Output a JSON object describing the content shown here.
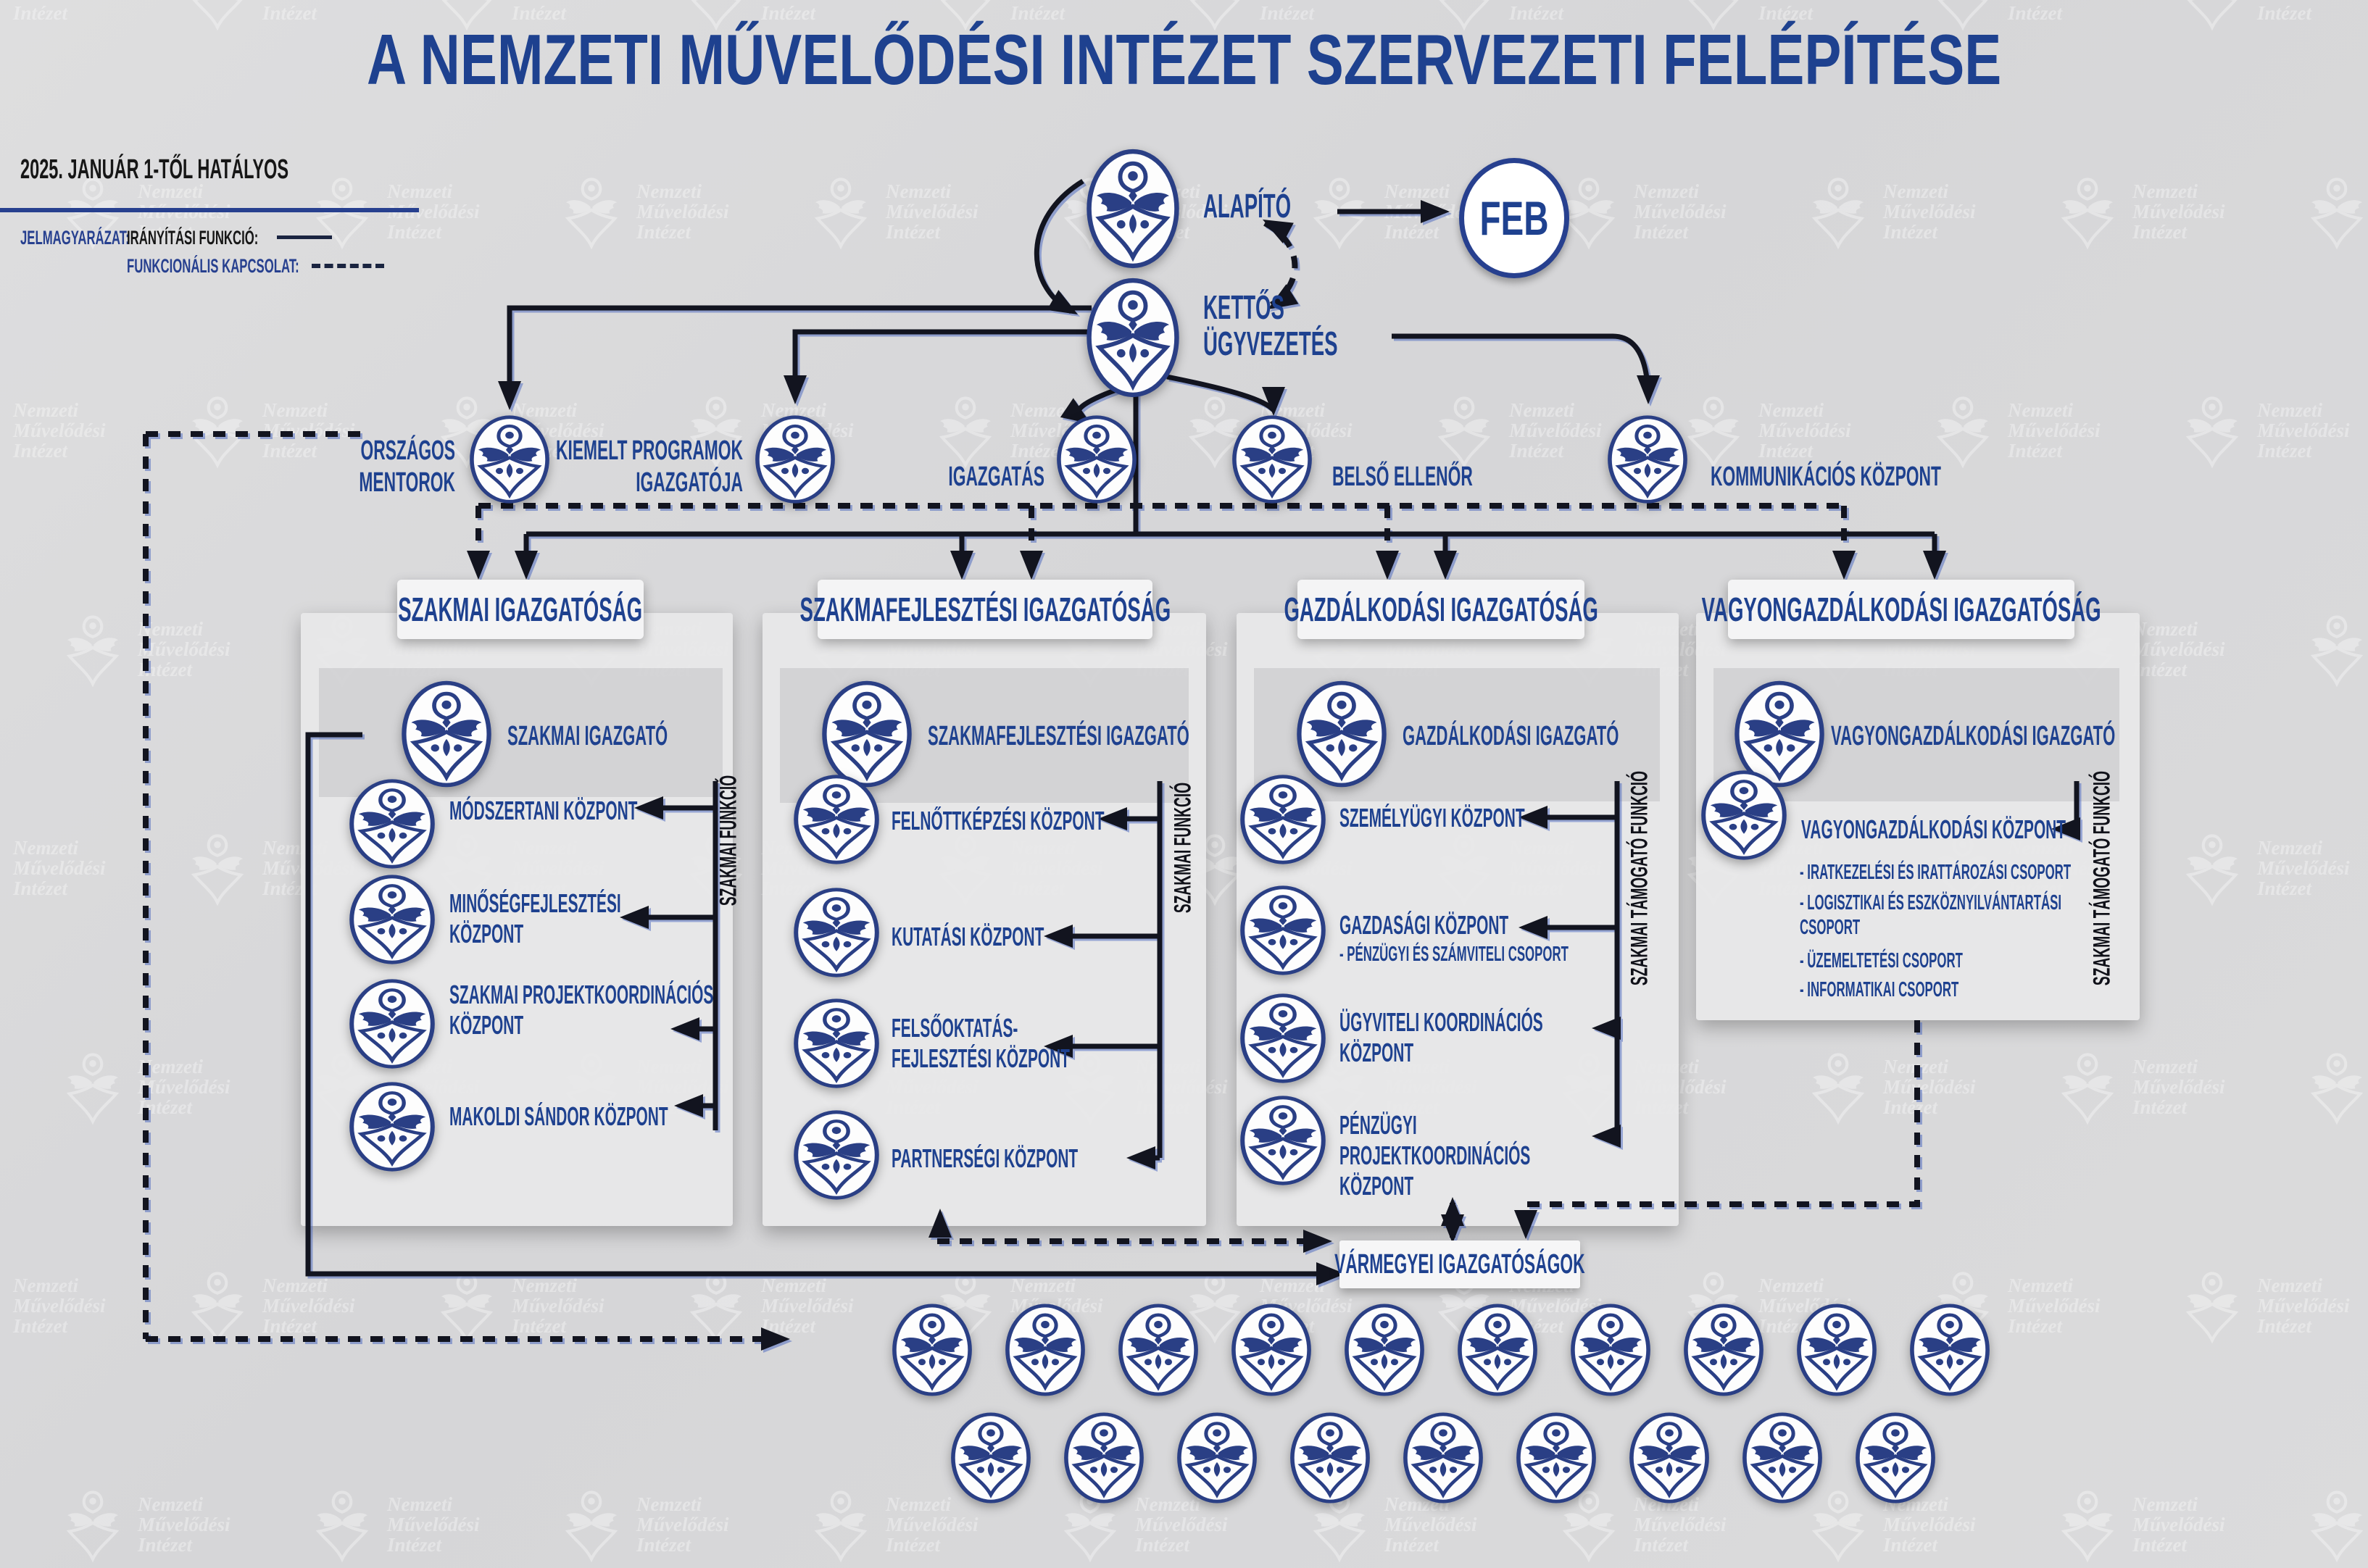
{
  "title": "A NEMZETI MŰVELŐDÉSI INTÉZET SZERVEZETI FELÉPÍTÉSE",
  "effective_date": "2025. JANUÁR 1-TŐL HATÁLYOS",
  "legend": {
    "heading": "JELMAGYARÁZAT:",
    "items": [
      {
        "label": "IRÁNYÍTÁSI FUNKCIÓ:",
        "style": "solid"
      },
      {
        "label": "FUNKCIONÁLIS KAPCSOLAT:",
        "style": "dashed"
      }
    ]
  },
  "top": {
    "founder": "ALAPÍTÓ",
    "feb": "FEB",
    "dual_management": "KETTŐS ÜGYVEZETÉS"
  },
  "level2": [
    "ORSZÁGOS MENTOROK",
    "KIEMELT PROGRAMOK IGAZGATÓJA",
    "IGAZGATÁS",
    "BELSŐ ELLENŐR",
    "KOMMUNIKÁCIÓS KÖZPONT"
  ],
  "directorates": [
    {
      "name": "SZAKMAI IGAZGATÓSÁG",
      "director": "SZAKMAI IGAZGATÓ",
      "function_label": "SZAKMAI FUNKCIÓ",
      "units": [
        "MÓDSZERTANI KÖZPONT",
        "MINŐSÉGFEJLESZTÉSI KÖZPONT",
        "SZAKMAI PROJEKTKOORDINÁCIÓS KÖZPONT",
        "MAKOLDI SÁNDOR KÖZPONT"
      ]
    },
    {
      "name": "SZAKMAFEJLESZTÉSI IGAZGATÓSÁG",
      "director": "SZAKMAFEJLESZTÉSI IGAZGATÓ",
      "function_label": "SZAKMAI FUNKCIÓ",
      "units": [
        "FELNŐTTKÉPZÉSI KÖZPONT",
        "KUTATÁSI KÖZPONT",
        "FELSŐOKTATÁS-FEJLESZTÉSI KÖZPONT",
        "PARTNERSÉGI KÖZPONT"
      ]
    },
    {
      "name": "GAZDÁLKODÁSI IGAZGATÓSÁG",
      "director": "GAZDÁLKODÁSI IGAZGATÓ",
      "function_label": "SZAKMAI TÁMOGATÓ FUNKCIÓ",
      "units": [
        "SZEMÉLYÜGYI KÖZPONT",
        "GAZDASÁGI KÖZPONT",
        "ÜGYVITELI KOORDINÁCIÓS KÖZPONT",
        "PÉNZÜGYI PROJEKTKOORDINÁCIÓS KÖZPONT"
      ],
      "subunits": [
        "- PÉNZÜGYI ÉS SZÁMVITELI CSOPORT"
      ]
    },
    {
      "name": "VAGYONGAZDÁLKODÁSI IGAZGATÓSÁG",
      "director": "VAGYONGAZDÁLKODÁSI IGAZGATÓ",
      "function_label": "SZAKMAI TÁMOGATÓ FUNKCIÓ",
      "units": [
        "VAGYONGAZDÁLKODÁSI KÖZPONT"
      ],
      "groups": [
        "- IRATKEZELÉSI ÉS IRATTÁROZÁSI CSOPORT",
        "- LOGISZTIKAI ÉS ESZKÖZNYILVÁNTARTÁSI CSOPORT",
        "- ÜZEMELTETÉSI CSOPORT",
        "- INFORMATIKAI CSOPORT"
      ]
    }
  ],
  "county": {
    "label": "VÁRMEGYEI IGAZGATÓSÁGOK",
    "rows": [
      10,
      9
    ]
  },
  "watermark_text": "Nemzeti Művelődési Intézet",
  "colors": {
    "navy": "#1e418f",
    "ink": "#12141f",
    "background": "#d9d9da"
  }
}
